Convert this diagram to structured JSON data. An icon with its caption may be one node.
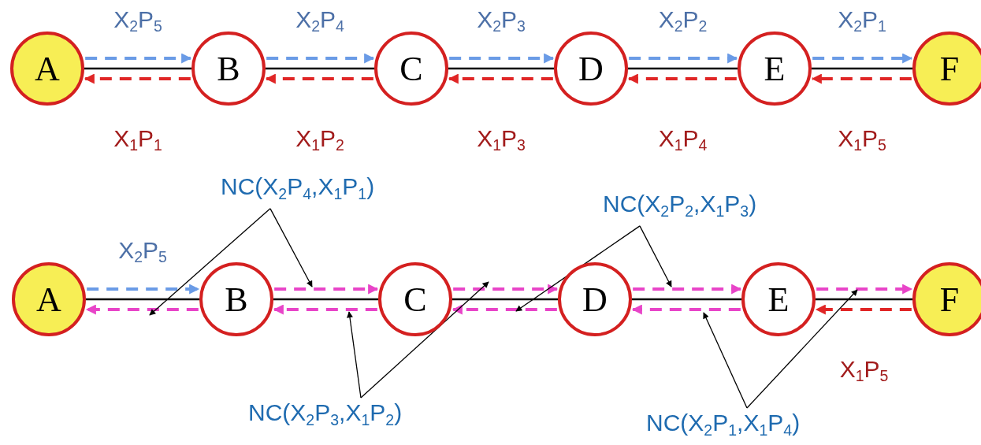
{
  "diagram": {
    "nodes": [
      {
        "text": [
          "A"
        ]
      },
      {
        "text": [
          "B"
        ]
      },
      {
        "text": [
          "C"
        ]
      },
      {
        "text": [
          "D"
        ]
      },
      {
        "text": [
          "E"
        ]
      },
      {
        "text": [
          "F"
        ]
      },
      {
        "text": [
          "A"
        ]
      },
      {
        "text": [
          "B"
        ]
      },
      {
        "text": [
          "C"
        ]
      },
      {
        "text": [
          "D"
        ]
      },
      {
        "text": [
          "E"
        ]
      },
      {
        "text": [
          "F"
        ]
      },
      {
        "text": [
          "NC(X$_{2}$P$_{4}$,X$_{1}$P$_{1}$)"
        ]
      },
      {
        "text": [
          "NC(X$_{2}$P$_{2}$,X$_{1}$P$_{3}$)"
        ]
      },
      {
        "text": [
          "NC(X$_{2}$P$_{3}$,X$_{1}$P$_{2}$)"
        ]
      },
      {
        "text": [
          "NC(X$_{2}$P$_{1}$,X$_{1}$P$_{4}$)"
        ]
      }
    ],
    "edges": [
      {
        "from": 0,
        "to": 1,
        "arrow": "none"
      },
      {
        "from": 0,
        "to": 1,
        "arrow": "to",
        "style": "dashed",
        "color": "#6a9be6",
        "label": "X$_{2}$P$_{5}$"
      },
      {
        "from": 1,
        "to": 0,
        "arrow": "to",
        "style": "dashed",
        "color": "#e02626",
        "label": "X$_{1}$P$_{1}$"
      },
      {
        "from": 1,
        "to": 2,
        "arrow": "none"
      },
      {
        "from": 1,
        "to": 2,
        "arrow": "to",
        "style": "dashed",
        "color": "#6a9be6",
        "label": "X$_{2}$P$_{4}$"
      },
      {
        "from": 2,
        "to": 1,
        "arrow": "to",
        "style": "dashed",
        "color": "#e02626",
        "label": "X$_{1}$P$_{2}$"
      },
      {
        "from": 2,
        "to": 3,
        "arrow": "none"
      },
      {
        "from": 2,
        "to": 3,
        "arrow": "to",
        "style": "dashed",
        "color": "#6a9be6",
        "label": "X$_{2}$P$_{3}$"
      },
      {
        "from": 3,
        "to": 2,
        "arrow": "to",
        "style": "dashed",
        "color": "#e02626",
        "label": "X$_{1}$P$_{3}$"
      },
      {
        "from": 3,
        "to": 4,
        "arrow": "none"
      },
      {
        "from": 3,
        "to": 4,
        "arrow": "to",
        "style": "dashed",
        "color": "#6a9be6",
        "label": "X$_{2}$P$_{2}$"
      },
      {
        "from": 4,
        "to": 3,
        "arrow": "to",
        "style": "dashed",
        "color": "#e02626",
        "label": "X$_{1}$P$_{4}$"
      },
      {
        "from": 4,
        "to": 5,
        "arrow": "none"
      },
      {
        "from": 4,
        "to": 5,
        "arrow": "to",
        "style": "dashed",
        "color": "#6a9be6",
        "label": "X$_{2}$P$_{1}$"
      },
      {
        "from": 5,
        "to": 4,
        "arrow": "to",
        "style": "dashed",
        "color": "#e02626",
        "label": "X$_{1}$P$_{5}$"
      },
      {
        "from": 6,
        "to": 7,
        "arrow": "none"
      },
      {
        "from": 6,
        "to": 7,
        "arrow": "to",
        "style": "dashed",
        "color": "#6a9be6",
        "label": "X$_{2}$P$_{5}$"
      },
      {
        "from": 7,
        "to": 6,
        "arrow": "to",
        "style": "dashed",
        "color": "#e844c8"
      },
      {
        "from": 7,
        "to": 8,
        "arrow": "none"
      },
      {
        "from": 7,
        "to": 8,
        "arrow": "to",
        "style": "dashed",
        "color": "#e844c8"
      },
      {
        "from": 8,
        "to": 7,
        "arrow": "to",
        "style": "dashed",
        "color": "#e844c8"
      },
      {
        "from": 8,
        "to": 9,
        "arrow": "none"
      },
      {
        "from": 8,
        "to": 9,
        "arrow": "to",
        "style": "dashed",
        "color": "#e844c8"
      },
      {
        "from": 9,
        "to": 8,
        "arrow": "to",
        "style": "dashed",
        "color": "#e844c8"
      },
      {
        "from": 9,
        "to": 10,
        "arrow": "none"
      },
      {
        "from": 9,
        "to": 10,
        "arrow": "to",
        "style": "dashed",
        "color": "#e844c8"
      },
      {
        "from": 10,
        "to": 9,
        "arrow": "to",
        "style": "dashed",
        "color": "#e844c8"
      },
      {
        "from": 10,
        "to": 11,
        "arrow": "none"
      },
      {
        "from": 10,
        "to": 11,
        "arrow": "to",
        "style": "dashed",
        "color": "#e844c8"
      },
      {
        "from": 11,
        "to": 10,
        "arrow": "to",
        "style": "dashed",
        "color": "#e02626",
        "label": "X$_{1}$P$_{5}$"
      },
      {
        "from": 12,
        "to": null,
        "arrow": "to"
      },
      {
        "from": 12,
        "to": null,
        "arrow": "to"
      },
      {
        "from": 13,
        "to": null,
        "arrow": "to"
      },
      {
        "from": 13,
        "to": null,
        "arrow": "to"
      },
      {
        "from": 14,
        "to": null,
        "arrow": "to"
      },
      {
        "from": 14,
        "to": null,
        "arrow": "to"
      },
      {
        "from": 15,
        "to": null,
        "arrow": "to"
      },
      {
        "from": 15,
        "to": null,
        "arrow": "to"
      }
    ]
  }
}
